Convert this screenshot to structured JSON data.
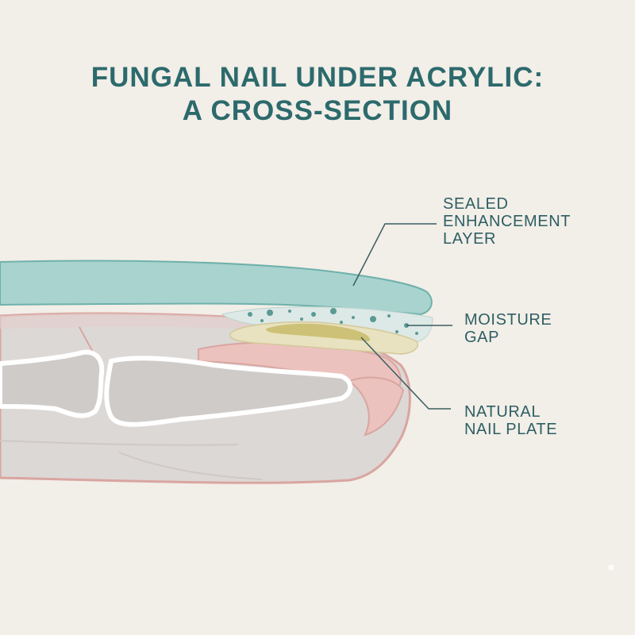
{
  "title": {
    "line1": "FUNGAL NAIL UNDER ACRYLIC:",
    "line2": "A CROSS-SECTION"
  },
  "labels": {
    "enhancement": [
      "SEALED",
      "ENHANCEMENT",
      "LAYER"
    ],
    "moisture_gap": [
      "MOISTURE",
      "GAP"
    ],
    "nail_plate": [
      "NATURAL",
      "NAIL PLATE"
    ]
  },
  "colors": {
    "background": "#f2eee8",
    "acrylic": "#a9d3cf",
    "moisture_gap": "#dde9e6",
    "fungus": "#5a9a95",
    "nail_plate": "#e9e2c0",
    "fungal_discoloration": "#c8bb6a",
    "skin_outline": "#d9a5a0",
    "nail_bed": "#ecc2bf",
    "finger_tissue": "#dcd8d6",
    "bone": "#cfcbc9",
    "text": "#2c6a6c"
  }
}
